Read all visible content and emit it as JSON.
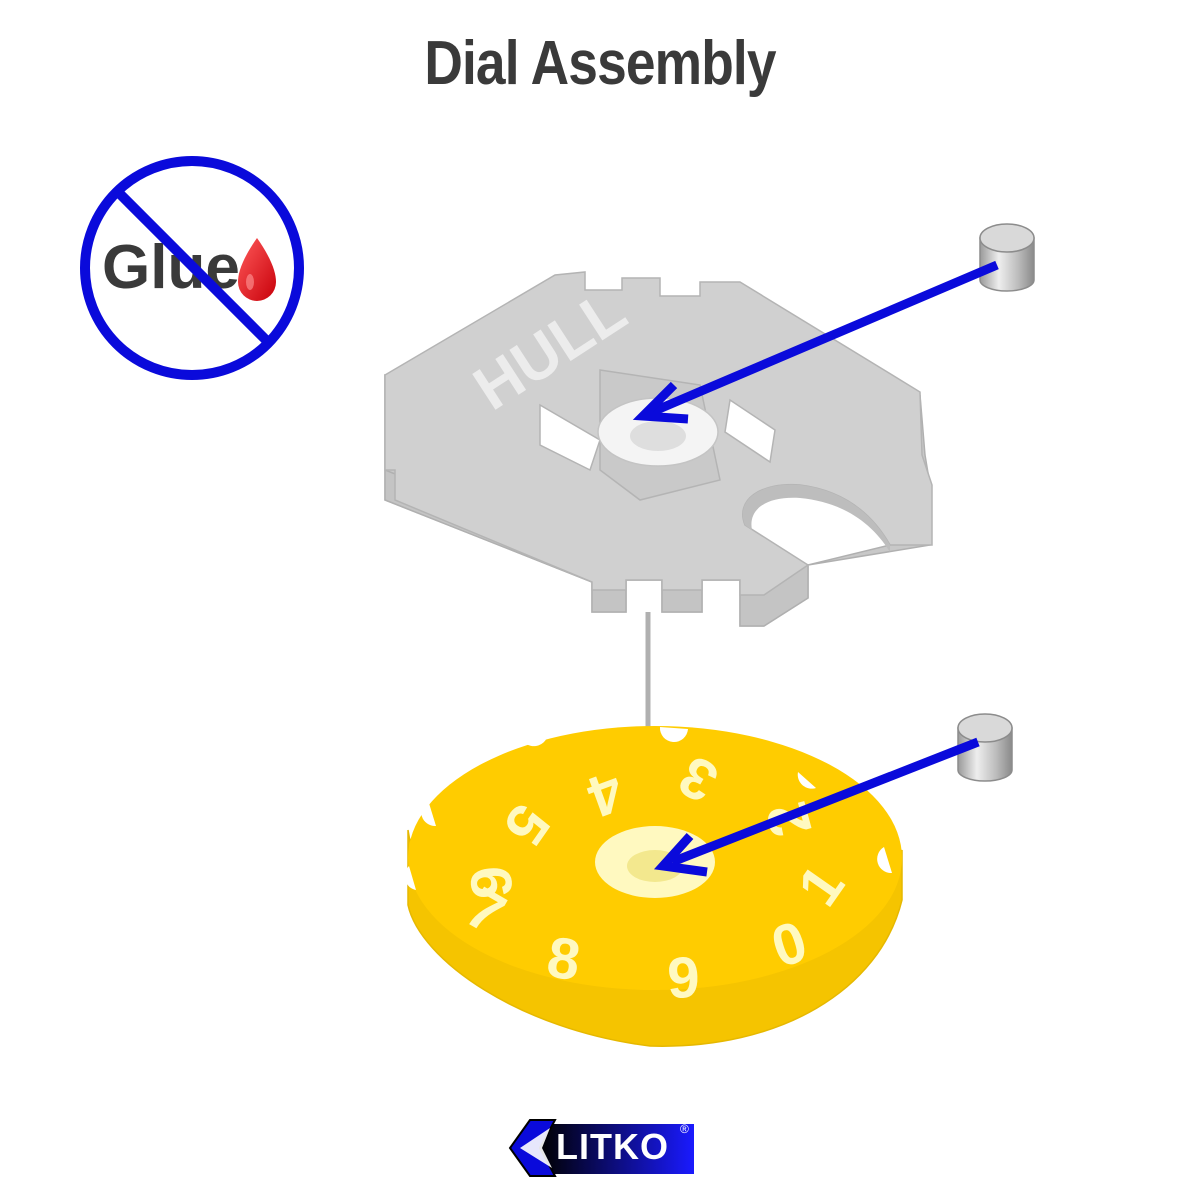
{
  "title": "Dial Assembly",
  "no_glue": {
    "label": "Glue"
  },
  "hull": {
    "label": "HULL"
  },
  "dial": {
    "numbers": [
      "0",
      "1",
      "2",
      "3",
      "4",
      "5",
      "6",
      "7",
      "8",
      "9"
    ]
  },
  "brand": {
    "name": "LITKO",
    "mark": "®"
  },
  "colors": {
    "prohibition": "#0a0adb",
    "arrow": "#0a0adb",
    "hull_gray": "#d0d0d0",
    "dial_yellow": "#ffcc00",
    "drop_red": "#e8101a",
    "title_text": "#3a3a3a"
  }
}
